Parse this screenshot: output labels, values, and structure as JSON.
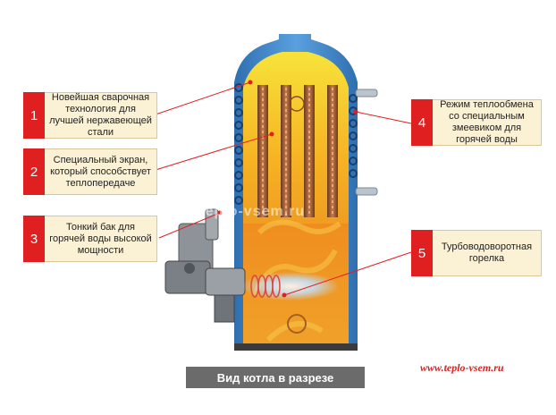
{
  "watermark": "Teplo-vsem.ru",
  "caption": "Вид котла в разрезе",
  "site": "www.teplo-vsem.ru",
  "callouts": [
    {
      "num": "1",
      "text": "Новейшая сварочная технология для лучшей нержавеющей стали"
    },
    {
      "num": "2",
      "text": "Специальный экран, который способствует теплопередаче"
    },
    {
      "num": "3",
      "text": "Тонкий бак для горячей воды высокой мощности"
    },
    {
      "num": "4",
      "text": "Режим теплообмена со специальным змеевиком для горячей воды"
    },
    {
      "num": "5",
      "text": "Турбоводоворотная горелка"
    }
  ],
  "colors": {
    "accent": "#e02020",
    "label_bg": "#fbf1d4",
    "tank_blue": "#3d83c4",
    "flame": "#f39a1e"
  }
}
